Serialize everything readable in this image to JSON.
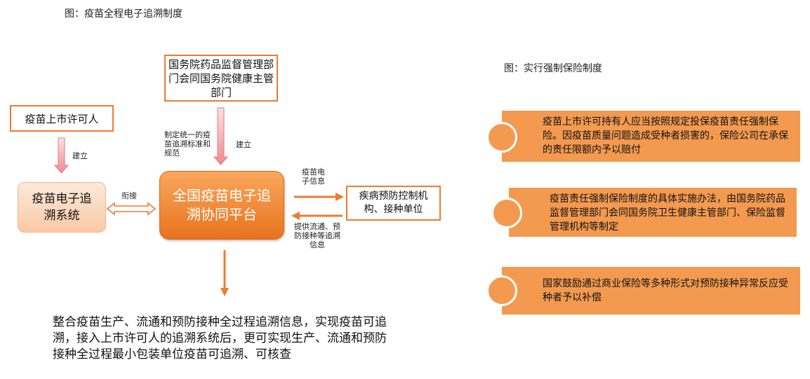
{
  "left": {
    "caption": "图：疫苗全程电子追溯制度",
    "gov_box": "国务院药品监督管理部门会同国务院健康主管部门",
    "holder_box": "疫苗上市许可人",
    "build_label_left": "建立",
    "build_label_top": "建立",
    "standard_label": "制定统一的疫苗追溯标准和规范",
    "system_box": "疫苗电子追溯系统",
    "connect_label": "衔接",
    "platform_box": "全国疫苗电子追溯协同平台",
    "info_label": "疫苗电子信息",
    "cdc_box": "疾病预防控制机构、接种单位",
    "provide_label": "提供流通、预防接种等追溯信息",
    "summary": "整合疫苗生产、流通和预防接种全过程追溯信息，实现疫苗可追溯，接入上市许可人的追溯系统后，更可实现生产、流通和预防接种全过程最小包装单位疫苗可追溯、可核查"
  },
  "right": {
    "caption": "图：实行强制保险制度",
    "items": [
      "疫苗上市许可持有人应当按照规定投保疫苗责任强制保险。因疫苗质量问题造成受种者损害的，保险公司在承保的责任限额内予以赔付",
      "疫苗责任强制保险制度的具体实施办法，由国务院药品监督管理部门会同国务院卫生健康主管部门、保险监督管理机构等制定",
      "国家鼓励通过商业保险等多种形式对预防接种异常反应受种者予以补偿"
    ]
  },
  "colors": {
    "orange": "#ee7b2f",
    "pill": "#f39a50",
    "pink_arrow": "#f5a3a6"
  }
}
